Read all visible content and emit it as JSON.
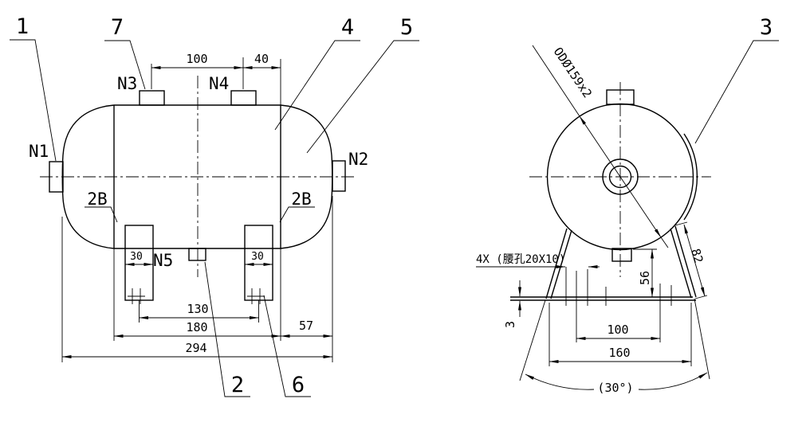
{
  "colors": {
    "line": "#000000",
    "background": "#ffffff"
  },
  "front_view": {
    "balloons": {
      "b1": "1",
      "b2": "2",
      "b4": "4",
      "b5": "5",
      "b6": "6",
      "b7": "7"
    },
    "nozzles": {
      "n1": "N1",
      "n2": "N2",
      "n3": "N3",
      "n4": "N4",
      "n5": "N5"
    },
    "weld_seam_label": "2B",
    "dims": {
      "nozzle_spacing": "100",
      "nozzle_to_tangent": "40",
      "saddle_width": "30",
      "saddle_center_spacing": "130",
      "tangent_length": "180",
      "head_to_tangent": "57",
      "overall_length": "294"
    }
  },
  "side_view": {
    "balloons": {
      "b3": "3"
    },
    "shell_spec": "ODØ159x2",
    "slot_hole_note": "4X (腰孔20X10)",
    "dims": {
      "nozzle_to_base": "56",
      "leg_length": "82",
      "base_plate_thickness": "3",
      "slot_spacing": "100",
      "base_width": "160",
      "leg_angle": "(30°)"
    }
  }
}
